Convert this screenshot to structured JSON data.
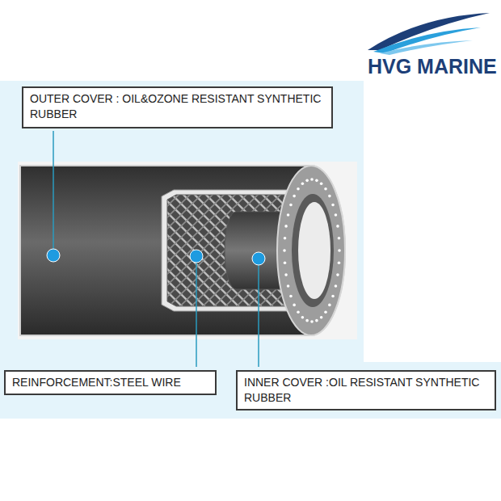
{
  "diagram": {
    "nodes": [
      {
        "text": [
          "OUTER COVER : OIL&OZONE RESISTANT SYNTHETIC RUBBER"
        ]
      },
      {
        "text": [
          "REINFORCEMENT:STEEL WIRE"
        ]
      },
      {
        "text": [
          "INNER COVER :OIL RESISTANT SYNTHETIC RUBBER"
        ]
      }
    ],
    "labels": [
      "HVG MARINE"
    ]
  }
}
